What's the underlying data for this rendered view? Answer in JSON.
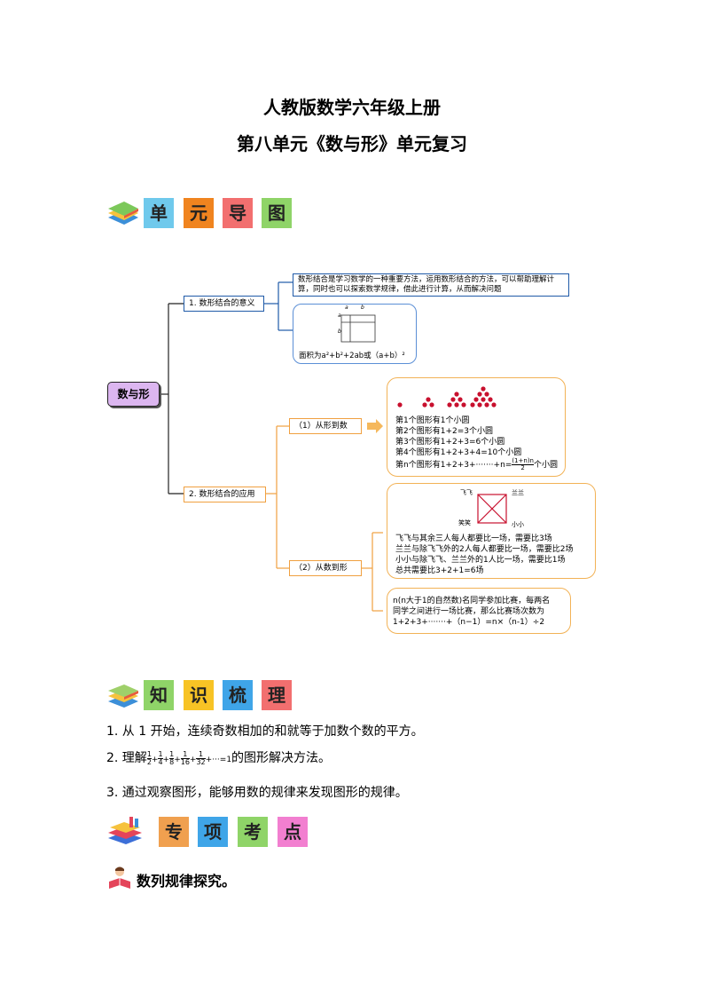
{
  "header": {
    "title": "人教版数学六年级上册",
    "subtitle": "第八单元《数与形》单元复习"
  },
  "section1": {
    "chars": [
      "单",
      "元",
      "导",
      "图"
    ],
    "colors": [
      "#6fc9ec",
      "#f0841f",
      "#f26f6f",
      "#8fd468"
    ]
  },
  "mindmap": {
    "root": "数与形",
    "branch1": "1. 数形结合的意义",
    "branch1_text": "数形结合是学习数学的一种重要方法，运用数形结合的方法，可以帮助理解计算，同时也可以探索数学规律，借此进行计算，从而解决问题",
    "area_a": "a",
    "area_b": "b",
    "area_text": "面积为a²+b²+2ab或（a+b）²",
    "branch2": "2. 数形结合的应用",
    "sub1": "（1）从形到数",
    "sub1_lines": [
      "第1个图形有1个小圆",
      "第2个图形有1+2=3个小圆",
      "第3个图形有1+2+3=6个小圆",
      "第4个图形有1+2+3+4=10个小圆"
    ],
    "sub1_last_prefix": "第n个图形有1+2+3+·······+n=",
    "sub1_last_num": "(1+n)n",
    "sub1_last_den": "2",
    "sub1_last_suffix": "个小圆",
    "sub2": "（2）从数到形",
    "names": {
      "tl": "飞飞",
      "tr": "兰兰",
      "bl": "笑笑",
      "br": "小小"
    },
    "sub2_lines": [
      "飞飞与其余三人每人都要比一场，需要比3场",
      "兰兰与除飞飞外的2人每人都要比一场，需要比2场",
      "小小与除飞飞、兰兰外的1人比一场，需要比1场",
      "总共需要比3+2+1=6场"
    ],
    "sub2_general": [
      "n(n大于1的自然数)名同学参加比赛，每两名",
      "同学之间进行一场比赛，那么比赛场次数为",
      "1+2+3+·······+（n−1）=n×（n-1）÷2"
    ]
  },
  "section2": {
    "chars": [
      "知",
      "识",
      "梳",
      "理"
    ],
    "colors": [
      "#8fd468",
      "#f7c325",
      "#3fa5e8",
      "#f26f6f"
    ]
  },
  "knowledge": {
    "p1": "1. 从 1 开始，连续奇数相加的和就等于加数个数的平方。",
    "p2_prefix": "2. 理解",
    "p2_fracs": [
      [
        "1",
        "2"
      ],
      [
        "1",
        "4"
      ],
      [
        "1",
        "8"
      ],
      [
        "1",
        "16"
      ],
      [
        "1",
        "32"
      ]
    ],
    "p2_plus": "+",
    "p2_tail": "+···=1",
    "p2_suffix": "的图形解决方法。",
    "p3": "3. 通过观察图形，能够用数的规律来发现图形的规律。"
  },
  "section3": {
    "chars": [
      "专",
      "项",
      "考",
      "点"
    ],
    "colors": [
      "#f0a04f",
      "#3fa5e8",
      "#8fd468",
      "#f27fd0"
    ]
  },
  "topic": {
    "title": "数列规律探究。"
  }
}
